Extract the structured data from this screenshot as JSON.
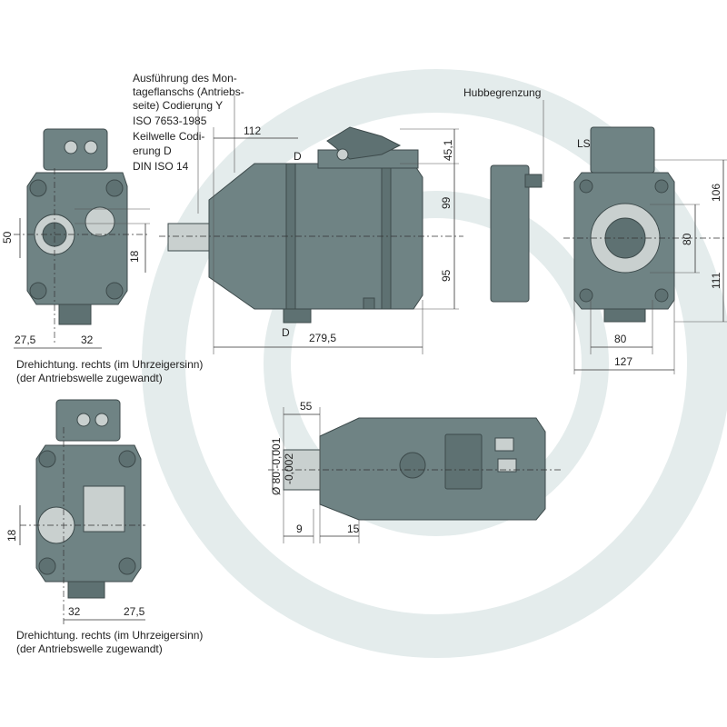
{
  "notes": {
    "flange_line1": "Ausführung des Mon-",
    "flange_line2": "tageflanschs (Antriebs-",
    "flange_line3": "seite) Codierung Y",
    "flange_line4": "ISO 7653-1985",
    "flange_line5": "Keilwelle Codi-",
    "flange_line6": "erung D",
    "flange_line7": "DIN ISO 14",
    "stroke_limit": "Hubbegrenzung",
    "ls_port": "LS",
    "rotation_top_line1": "Drehichtung. rechts (im Uhrzeigersinn)",
    "rotation_top_line2": "(der Antriebswelle zugewandt)",
    "rotation_bottom_line1": "Drehichtung. rechts (im Uhrzeigersinn)",
    "rotation_bottom_line2": "(der Antriebswelle zugewandt)"
  },
  "port_labels": {
    "d_top": "D",
    "d_bottom": "D"
  },
  "dimensions": {
    "front_height": "50",
    "front_small": "18",
    "front_left": "27,5",
    "front_right": "32",
    "side_offset": "112",
    "side_top": "45,1",
    "side_upper": "99",
    "side_lower": "95",
    "side_length": "279,5",
    "rear_upper": "106",
    "rear_lower": "111",
    "rear_center": "80",
    "rear_width_inner": "80",
    "rear_width_outer": "127",
    "lower_front_small": "18",
    "lower_front_left": "32",
    "lower_front_right": "27,5",
    "shaft_length": "55",
    "shaft_diameter": "Ø 80 -0,001",
    "shaft_tolerance": "-0,002",
    "spigot_a": "9",
    "spigot_b": "15"
  },
  "colors": {
    "body": "#6f8384",
    "body_dark": "#5e7172",
    "highlight": "#c9d0cf",
    "watermark": "#e4ecec"
  }
}
